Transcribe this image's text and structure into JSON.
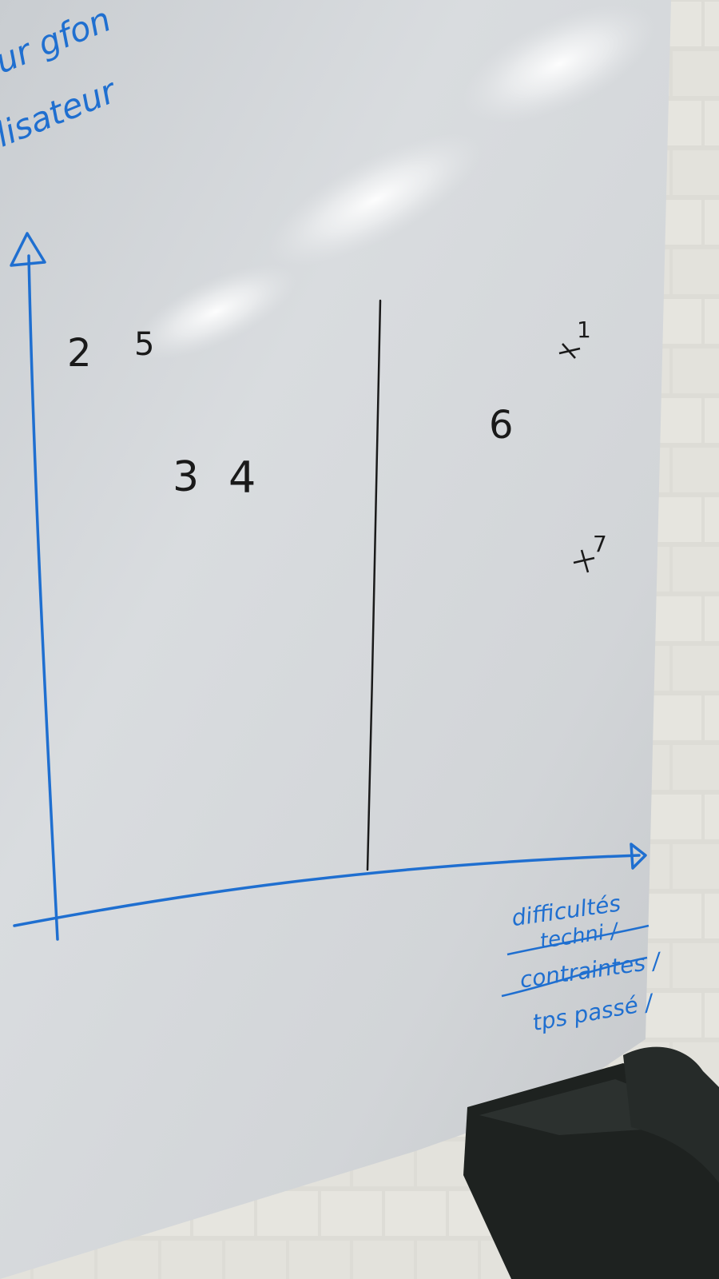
{
  "board": {
    "top_left_note_line1": "ur gfon",
    "top_left_note_line2": "ilisateur",
    "x_axis_label_line1": "difficultés",
    "x_axis_label_line2": "techni /",
    "x_axis_label_line3": "contraintes /",
    "x_axis_label_line4": "tps passé /"
  },
  "marks": {
    "m1": "1",
    "m2": "2",
    "m3": "3",
    "m4": "4",
    "m5": "5",
    "m6": "6",
    "m7": "7"
  },
  "colors": {
    "marker_blue": "#1f6fd0",
    "marker_black": "#1a1a1a",
    "board": "#d7dadd",
    "wall": "#dcdcd7",
    "eraser": "#1e2220"
  }
}
